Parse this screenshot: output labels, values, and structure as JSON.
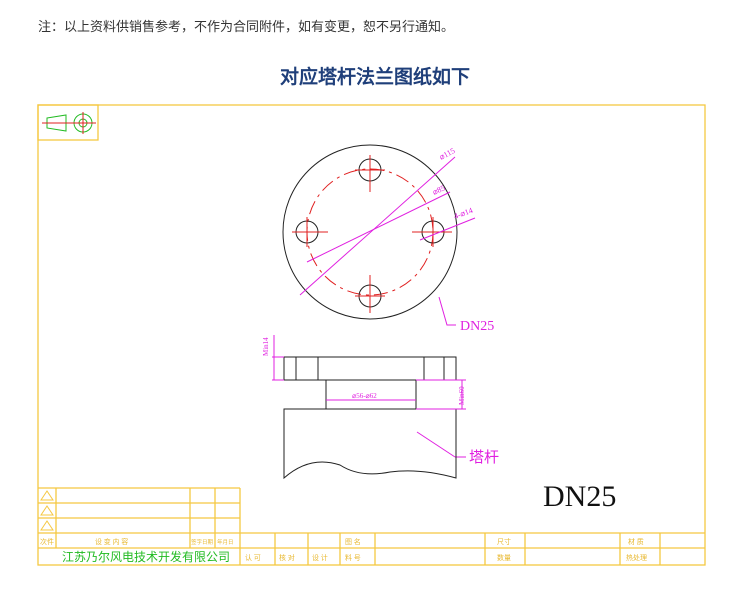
{
  "note": "注：以上资料供销售参考，不作为合同附件，如有变更，恕不另行通知。",
  "title": "对应塔杆法兰图纸如下",
  "drawing": {
    "dim_outer": "⌀115",
    "dim_bolt": "⌀85",
    "dim_holes": "4-⌀14",
    "label_flange": "DN25",
    "dim_thick": "Min14",
    "dim_hub": "Min60",
    "dim_bore": "⌀56-⌀62",
    "label_tower": "塔杆",
    "big_label": "DN25"
  },
  "titleblock": {
    "rev_header": "次件",
    "rev_content": "设 变 内 容",
    "rev_sign": "签字日期",
    "rev_date": "年月日",
    "company": "江苏乃尔风电技术开发有限公司",
    "approve": "认 可",
    "check": "核 对",
    "design": "设 计",
    "drawing_name": "图 名",
    "part_no": "料 号",
    "size": "尺寸",
    "quantity": "数量",
    "material": "材 质",
    "heat_treatment": "热处理"
  },
  "colors": {
    "frame": "#f5c842",
    "dim": "#e020e0",
    "center": "#e02020",
    "company": "#22bb22"
  }
}
